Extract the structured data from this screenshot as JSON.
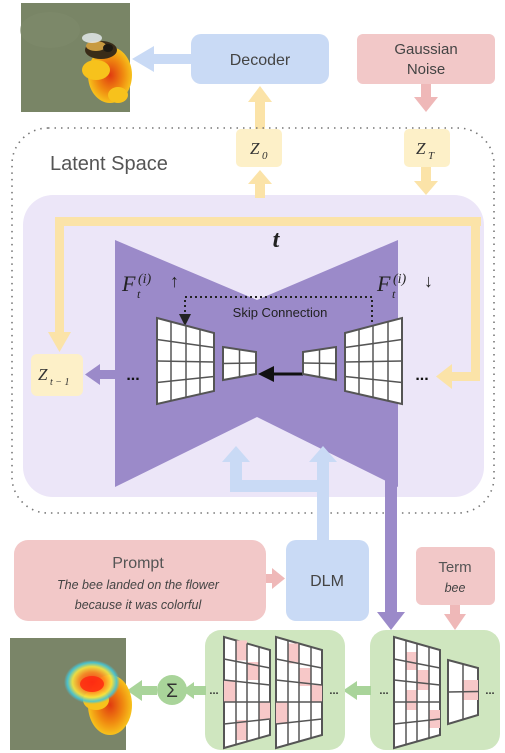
{
  "decoder": {
    "label": "Decoder"
  },
  "gaussian_noise": {
    "line1": "Gaussian",
    "line2": "Noise"
  },
  "latent_space": {
    "label": "Latent Space"
  },
  "z0": {
    "base": "Z",
    "sub": "0"
  },
  "zT": {
    "base": "Z",
    "sub": "T"
  },
  "zt1": {
    "base": "Z",
    "sub": "t − 1"
  },
  "unet": {
    "timestep": "t",
    "skip_label": "Skip Connection",
    "f_left": {
      "base": "F",
      "sub": "t",
      "sup": "(i)",
      "arrow": "↑"
    },
    "f_right": {
      "base": "F",
      "sub": "t",
      "sup": "(i)",
      "arrow": "↓"
    },
    "ellipsis": "..."
  },
  "prompt": {
    "title": "Prompt",
    "line1": "The bee landed on the flower",
    "line2": "because it was colorful"
  },
  "dlm": {
    "label": "DLM"
  },
  "term": {
    "title": "Term",
    "value": "bee"
  },
  "sum": {
    "symbol": "Σ"
  },
  "colors": {
    "decoder_fill": "#c9daf5",
    "noise_fill": "#f2c8c8",
    "latent_fill": "#ece6f8",
    "unet_fill": "#9b8ac9",
    "z_fill": "#fdf0c8",
    "yellow_arrow": "#fbe3a8",
    "blue_arrow": "#c9daf5",
    "pink_arrow": "#efb8b8",
    "purple_arrow": "#9b8ac9",
    "green_fill": "#cfe6bf",
    "green_arrow": "#a9d49a"
  },
  "icons": {
    "top_image": "bee-on-flower-image",
    "bottom_image": "attention-heatmap-image"
  }
}
